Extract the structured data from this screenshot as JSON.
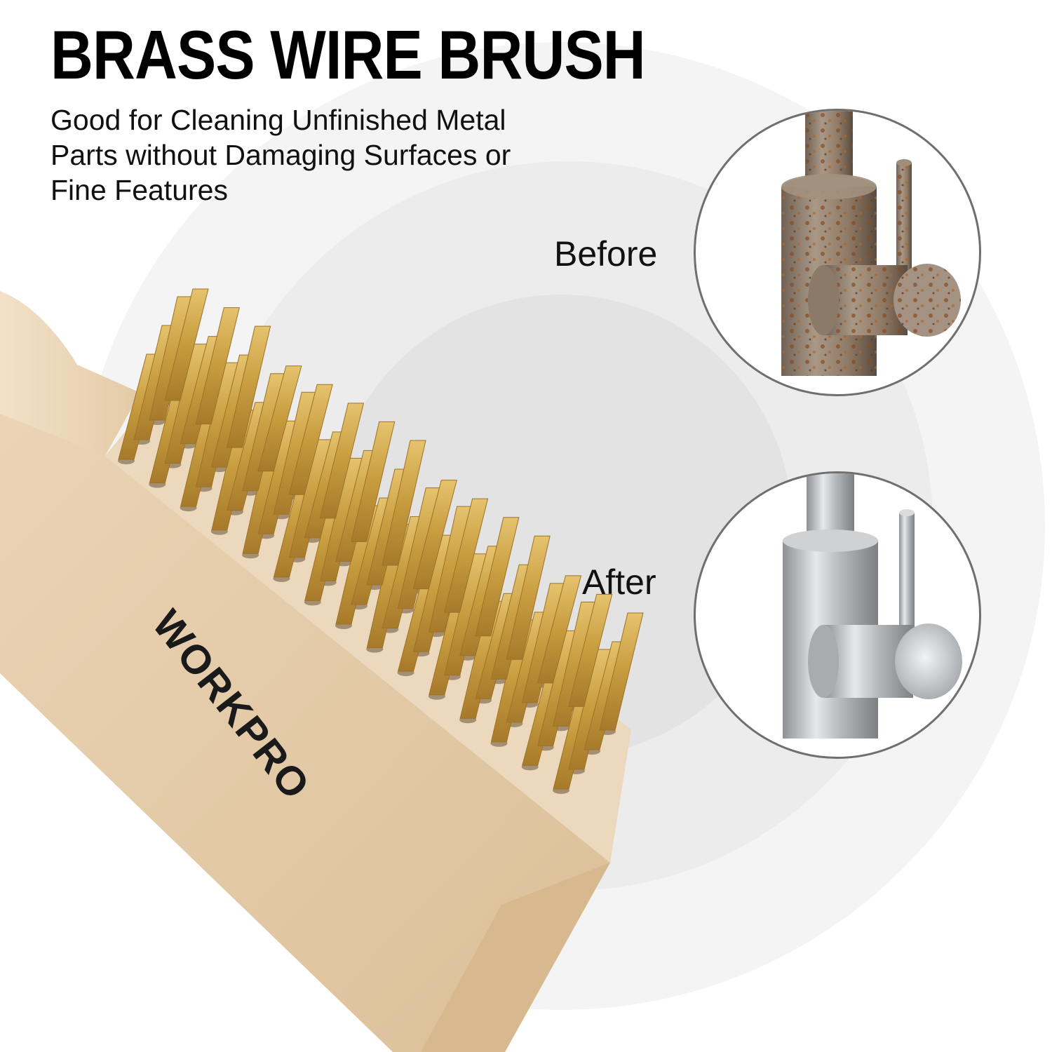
{
  "header": {
    "title": "BRASS WIRE BRUSH",
    "subtitle_lines": [
      "Good for Cleaning Unfinished Metal",
      "Parts without Damaging Surfaces or",
      "Fine Features"
    ]
  },
  "comparison": {
    "before_label": "Before",
    "after_label": "After"
  },
  "brush": {
    "brand": "WORKPRO"
  },
  "colors": {
    "wood": "#e9d3b4",
    "bristle": "#c9a04a",
    "rust": "#8a5a2f",
    "steel": "#b9bcbf"
  }
}
